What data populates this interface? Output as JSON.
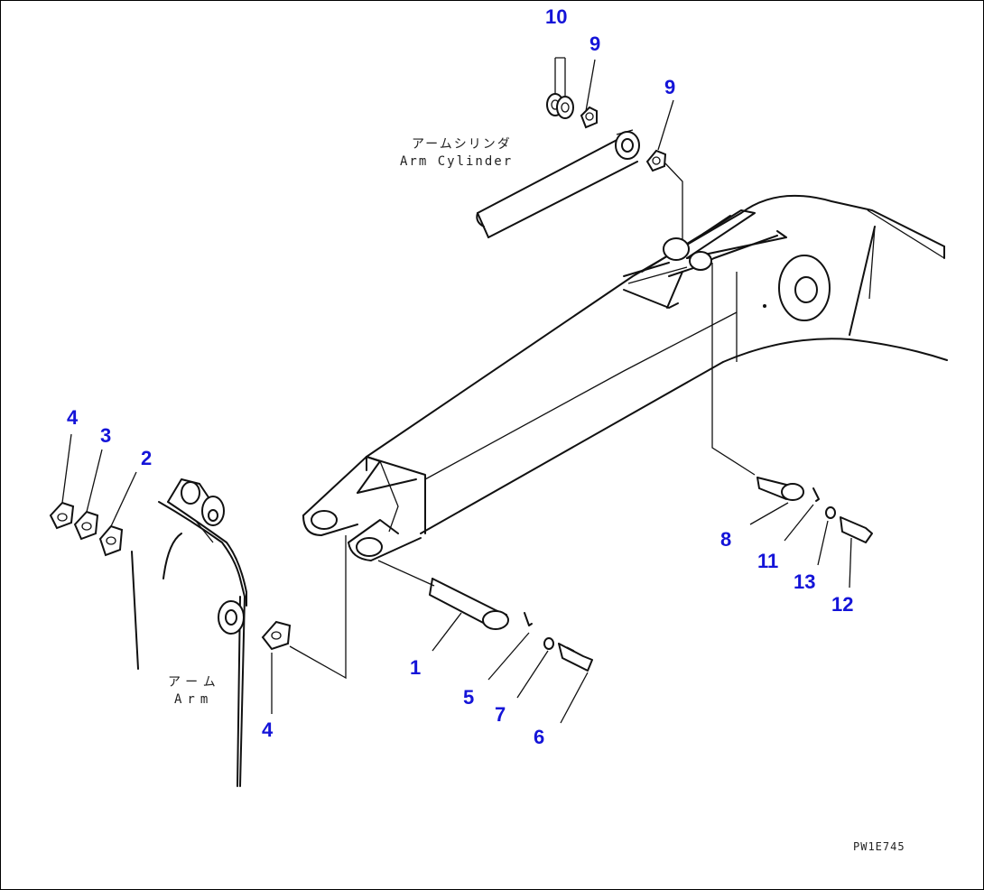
{
  "labels": {
    "arm_cylinder_jp": "アームシリンダ",
    "arm_cylinder_en": "Arm Cylinder",
    "arm_jp": "アーム",
    "arm_en": "Arm"
  },
  "drawing_code": "PW1E745",
  "callouts": {
    "c1": "1",
    "c2": "2",
    "c3": "3",
    "c4a": "4",
    "c4b": "4",
    "c5": "5",
    "c6": "6",
    "c7": "7",
    "c8": "8",
    "c9a": "9",
    "c9b": "9",
    "c10": "10",
    "c11": "11",
    "c12": "12",
    "c13": "13"
  },
  "colors": {
    "callout": "#1414d8",
    "line": "#111111"
  }
}
